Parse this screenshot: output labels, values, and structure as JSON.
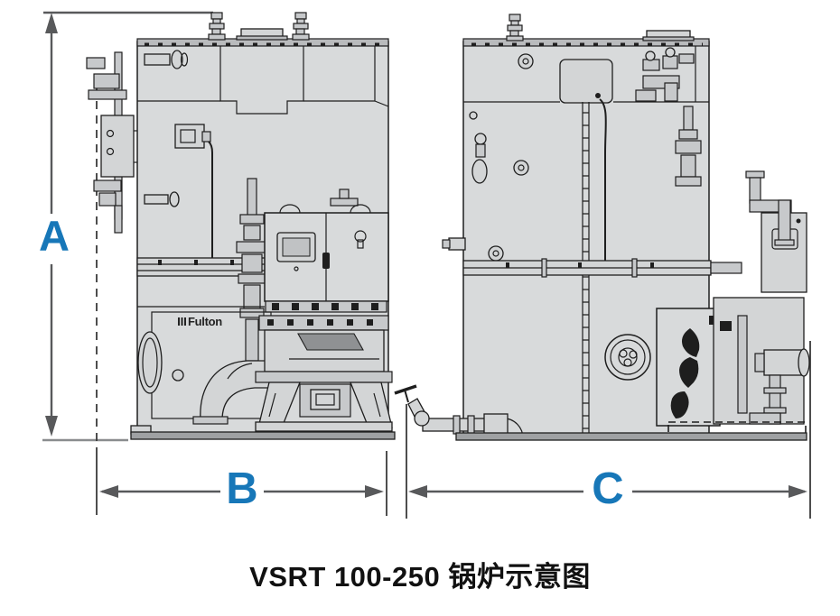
{
  "caption": {
    "text": "VSRT 100-250 锅炉示意图"
  },
  "dimensions": {
    "height_label": "A",
    "front_width_label": "B",
    "side_width_label": "C"
  },
  "branding": {
    "panel_logo_text": "Fulton"
  },
  "icons": {
    "flame_logo": "fulton-flame-icon",
    "safety_valve": "safety-valve-icon",
    "manhole": "manhole-icon",
    "control_panel_screen": "hmi-screen"
  },
  "colors": {
    "dimension_label_blue": "#1777b8",
    "boiler_body_fill": "#d8dadb",
    "outline_dark": "#1e1e1e",
    "dimension_line_gray": "#58595b",
    "background": "#ffffff",
    "caption_text": "#111111"
  }
}
